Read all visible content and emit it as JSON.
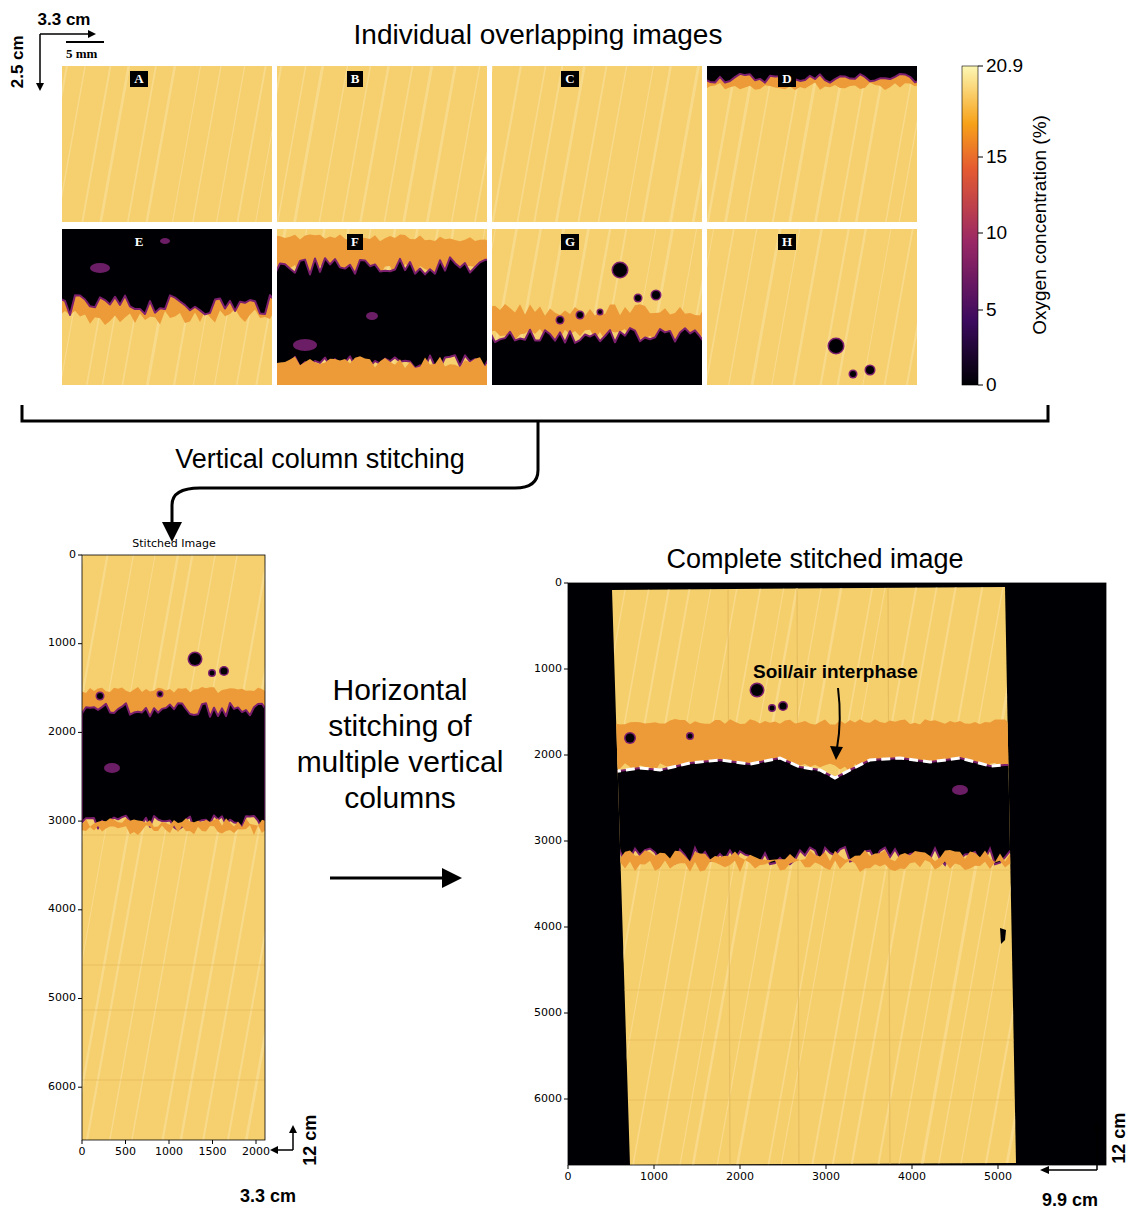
{
  "diagram": {
    "labels": [
      "Individual overlapping images",
      "3.3 cm",
      "2.5 cm",
      "5 mm",
      "A",
      "B",
      "C",
      "D",
      "E",
      "F",
      "G",
      "H",
      "20.9",
      "15",
      "10",
      "5",
      "0",
      "Oxygen concentration (%)",
      "Vertical column stitching",
      "Stitched Image",
      "0",
      "1000",
      "2000",
      "3000",
      "4000",
      "5000",
      "6000",
      "0",
      "500",
      "1000",
      "1500",
      "2000",
      "12 cm",
      "3.3 cm",
      "Horizontal stitching of multiple vertical columns",
      "Complete stitched image",
      "0",
      "1000",
      "2000",
      "3000",
      "4000",
      "5000",
      "6000",
      "0",
      "1000",
      "2000",
      "3000",
      "4000",
      "5000",
      "Soil/air interphase",
      "12 cm",
      "9.9 cm"
    ]
  }
}
